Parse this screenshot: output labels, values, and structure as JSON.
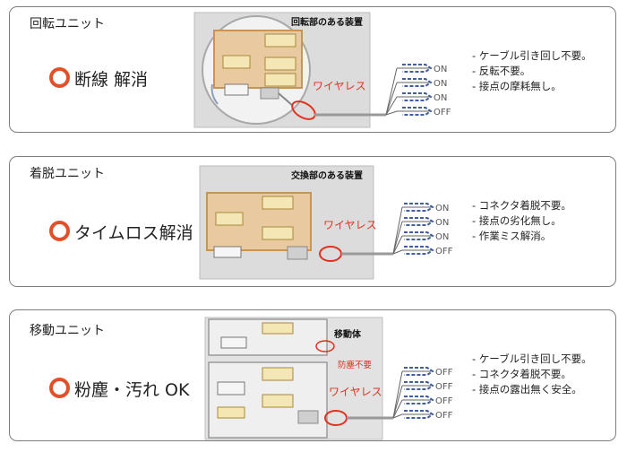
{
  "panels": [
    {
      "title": "回転ユニット",
      "headline": "断線 解消",
      "device_label": "回転部のある装置",
      "wireless_label": "ワイヤレス",
      "switch_states": [
        "ON",
        "ON",
        "ON",
        "OFF"
      ],
      "notes": [
        "- ケーブル引き回し不要。",
        "- 反転不要。",
        "- 接点の摩耗無し。"
      ]
    },
    {
      "title": "着脱ユニット",
      "headline": "タイムロス解消",
      "device_label": "交換部のある装置",
      "wireless_label": "ワイヤレス",
      "switch_states": [
        "ON",
        "ON",
        "ON",
        "OFF"
      ],
      "notes": [
        "- コネクタ着脱不要。",
        "- 接点の劣化無し。",
        "- 作業ミス解消。"
      ]
    },
    {
      "title": "移動ユニット",
      "headline": "粉塵・汚れ OK",
      "device_label": "移動体",
      "protection_label": "防塵不要",
      "wireless_label": "ワイヤレス",
      "switch_states": [
        "OFF",
        "OFF",
        "OFF",
        "OFF"
      ],
      "notes": [
        "- ケーブル引き回し不要。",
        "- コネクタ着脱不要。",
        "- 接点の露出無く安全。"
      ]
    }
  ],
  "colors": {
    "accent_red": "#e0331f",
    "ring_orange": "#e2502a",
    "unit_orange": "#d9a772",
    "unit_fill": "#e8c9a0",
    "arrow_blue": "#3f5f9e",
    "panel_border": "#7d7d7d"
  }
}
